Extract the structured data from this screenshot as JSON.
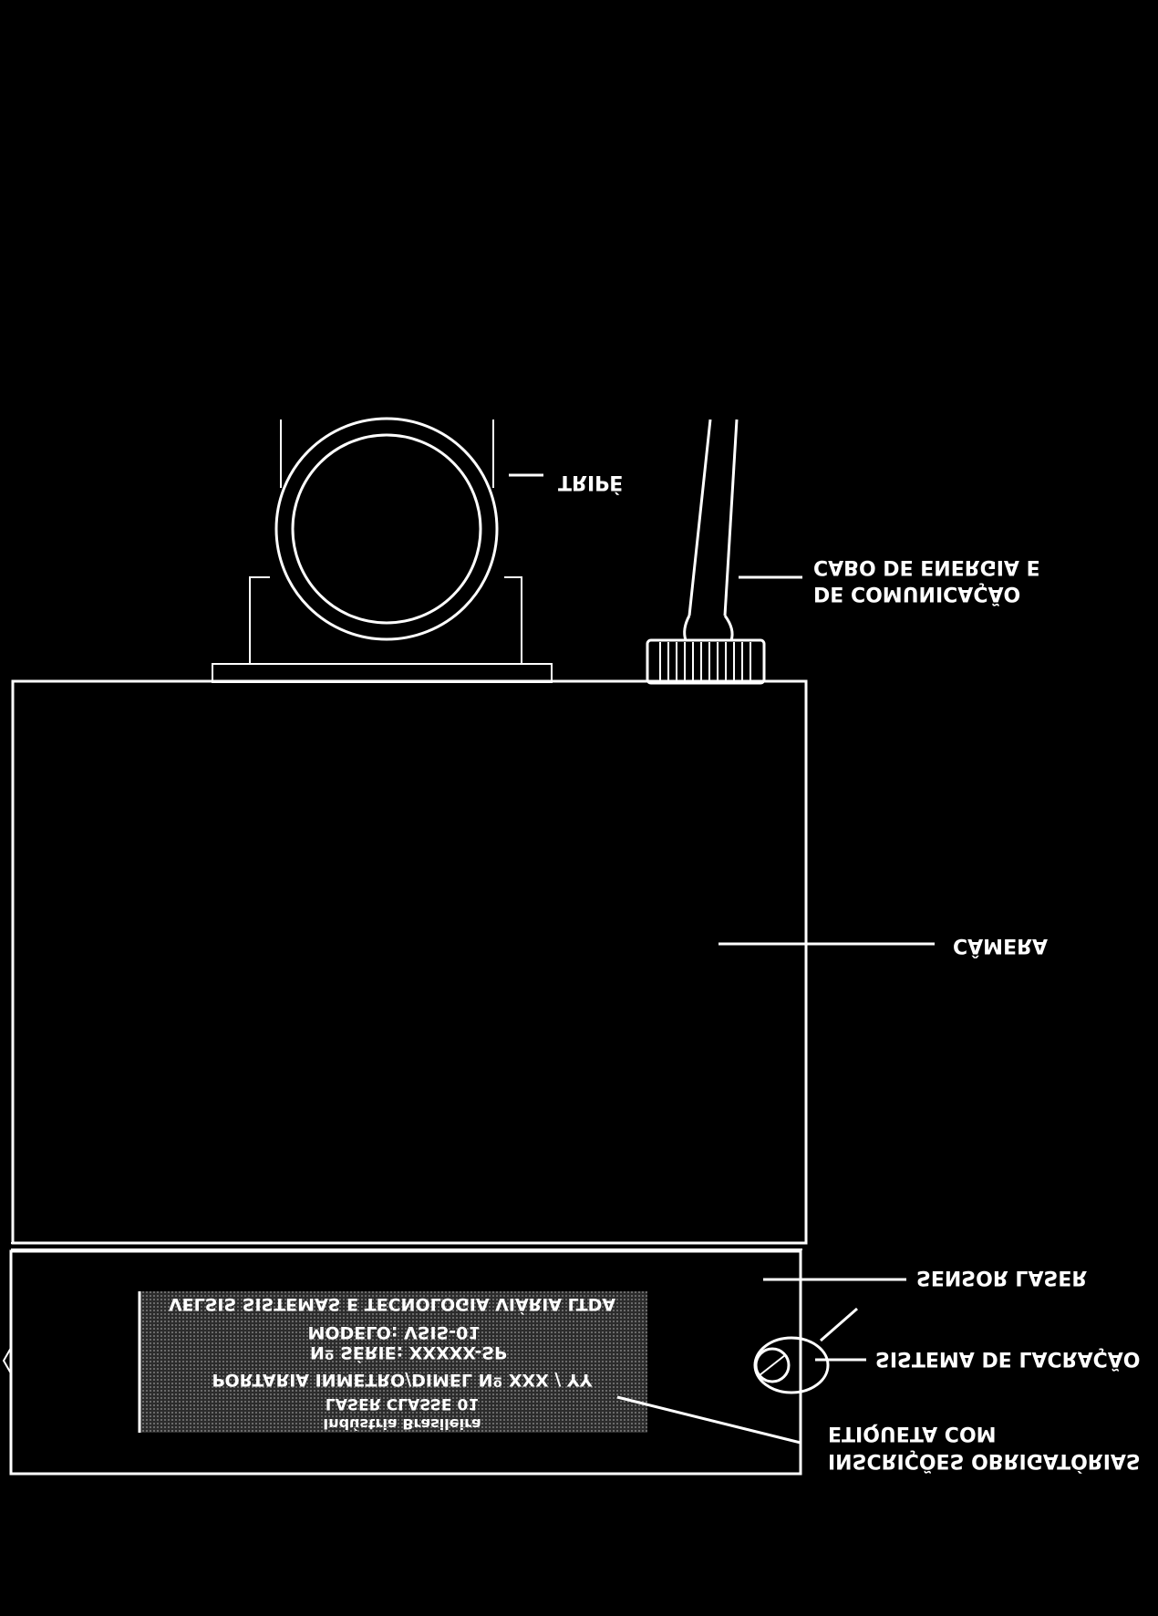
{
  "colors": {
    "background": "#000000",
    "line": "#ffffff",
    "label_plate": "#3a3a3a"
  },
  "callouts": {
    "tripe": "TRIPÉ",
    "cabo_line1": "DE COMUNICAÇÃO",
    "cabo_line2": "CABO DE ENERGIA E",
    "camera": "CÂMERA",
    "sensor": "SENSOR LASER",
    "lacracao": "SISTEMA DE LACRAÇÃO",
    "etiqueta_line1": "INSCRIÇÕES OBRIGATÓRIAS",
    "etiqueta_line2": "ETIQUETA COM"
  },
  "etiqueta_plate": {
    "lines": [
      "Indústria Brasileira",
      "LASER CLASSE 01",
      "PORTARIA INMETRO/DIMEL Nº XXX / YY",
      "Nº SÉRIE: XXXXX-SP",
      "MODELO: VSIS-01",
      "VELSIS SISTEMAS E TECNOLOGIA VIÁRIA LTDA"
    ]
  }
}
